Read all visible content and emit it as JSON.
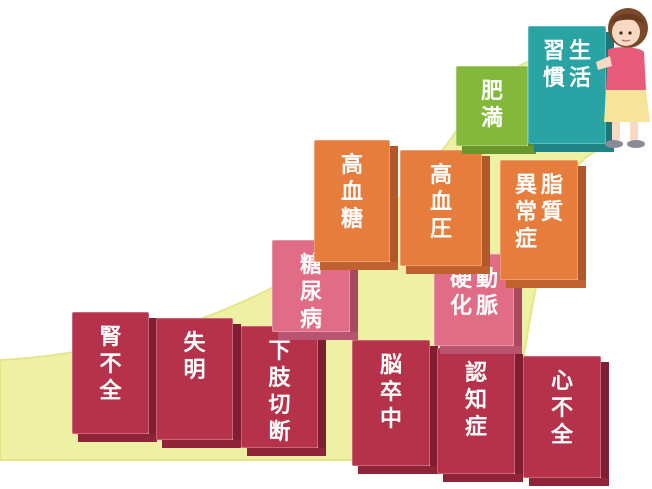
{
  "colors": {
    "road": "#eef0a4",
    "road_edge": "#e4e68a",
    "red": "#b6324a",
    "pink": "#e06c86",
    "orange": "#e77d3d",
    "green": "#84b83a",
    "teal": "#29a3a3"
  },
  "blocks": {
    "jinfuzen": {
      "columns": [
        "腎不全"
      ]
    },
    "shitsumei": {
      "columns": [
        "失明"
      ]
    },
    "kashi": {
      "columns": [
        "下肢切断"
      ]
    },
    "nousocchu": {
      "columns": [
        "脳卒中"
      ]
    },
    "ninchisho": {
      "columns": [
        "認知症"
      ]
    },
    "shinfuzen": {
      "columns": [
        "心不全"
      ]
    },
    "tonyobyo": {
      "columns": [
        "糖尿病"
      ]
    },
    "domyaku": {
      "columns": [
        "動脈",
        "硬化"
      ]
    },
    "kokettou": {
      "columns": [
        "高血糖"
      ]
    },
    "koketsuatsu": {
      "columns": [
        "高血圧"
      ]
    },
    "shishitsu": {
      "columns": [
        "脂質",
        "異常症"
      ]
    },
    "himan": {
      "columns": [
        "肥満"
      ]
    },
    "seikatsu": {
      "columns": [
        "生活",
        "習慣"
      ]
    }
  },
  "figure": {
    "icon": "woman-pushing-blocks-icon"
  }
}
